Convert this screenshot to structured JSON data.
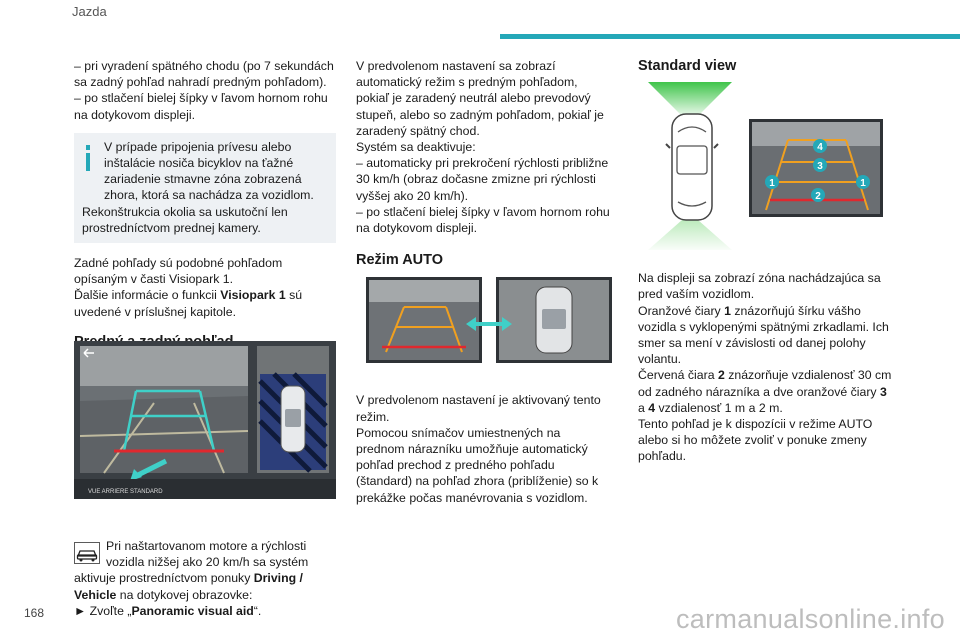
{
  "header": {
    "section": "Jazda",
    "page_number": "168"
  },
  "watermark": "carmanualsonline.info",
  "col1": {
    "intro_1": "– pri vyradení spätného chodu (po 7 sekundách sa zadný pohľad nahradí predným pohľadom).",
    "intro_2": "– po stlačení bielej šípky v ľavom hornom rohu na dotykovom displeji.",
    "note_line1": "V prípade pripojenia prívesu alebo inštalácie nosiča bicyklov na ťažné zariadenie stmavne zóna zobrazená zhora, ktorá sa nachádza za vozidlom.",
    "note_line2": "Rekonštrukcia okolia sa uskutoční len prostredníctvom prednej kamery.",
    "rear_views": "Zadné pohľady sú podobné pohľadom opísaným v časti Visiopark 1.",
    "info_pre": "Ďalšie informácie o funkcii ",
    "info_bold": "Visiopark 1",
    "info_post": " sú uvedené v príslušnej kapitole.",
    "heading_front_rear": "Predný a zadný pohľad",
    "screen_caption": "VUE ARRIERE STANDARD",
    "start_text": "Pri naštartovanom motore a rýchlosti vozidla nižšej ako 20 km/h sa systém aktivuje prostredníctvom ponuky ",
    "start_bold": "Driving / Vehicle",
    "start_post": " na dotykovej obrazovke:",
    "select_pre": "► Zvoľte „",
    "select_bold": "Panoramic visual aid",
    "select_post": "“."
  },
  "col2": {
    "p1_line1": "V predvolenom nastavení sa zobrazí automatický režim s predným pohľadom, pokiaľ je zaradený neutrál alebo prevodový stupeň, alebo so zadným pohľadom, pokiaľ je zaradený spätný chod.",
    "p1_line2": "Systém sa deaktivuje:",
    "p1_line3": "– automaticky pri prekročení rýchlosti približne 30 km/h (obraz dočasne zmizne pri rýchlosti vyššej ako 20 km/h).",
    "p1_line4": "– po stlačení bielej šípky v ľavom hornom rohu na dotykovom displeji.",
    "heading_auto": "Režim AUTO",
    "p2_line1": "V predvolenom nastavení je aktivovaný tento režim.",
    "p2_line2": "Pomocou snímačov umiestnených na prednom nárazníku umožňuje automatický pohľad prechod z predného pohľadu (štandard) na pohľad zhora (priblíženie) so k prekážke počas manévrovania s vozidlom."
  },
  "col3": {
    "heading_standard": "Standard view",
    "labels": [
      "1",
      "2",
      "3",
      "4"
    ],
    "p_intro": "Na displeji sa zobrazí zóna nachádzajúca sa pred vaším vozidlom.",
    "orange_pre": "Oranžové čiary ",
    "orange_num": "1",
    "orange_post": " znázorňujú šírku vášho vozidla s vyklopenými spätnými zrkadlami. Ich smer sa mení v závislosti od danej polohy volantu.",
    "red_pre": "Červená čiara ",
    "red_num": "2",
    "red_mid": " znázorňuje vzdialenosť 30 cm od zadného nárazníka a dve oranžové čiary ",
    "red_num3": "3",
    "red_and": "a ",
    "red_num4": "4",
    "red_post": " vzdialenosť 1 m a 2 m.",
    "avail": "Tento pohľad je k dispozícii v režime AUTO alebo si ho môžete zvoliť v ponuke zmeny pohľadu."
  },
  "colors": {
    "accent": "#24a8b8",
    "orange": "#f0a020",
    "red": "#e0282e",
    "teal_line": "#3fd0c8"
  }
}
